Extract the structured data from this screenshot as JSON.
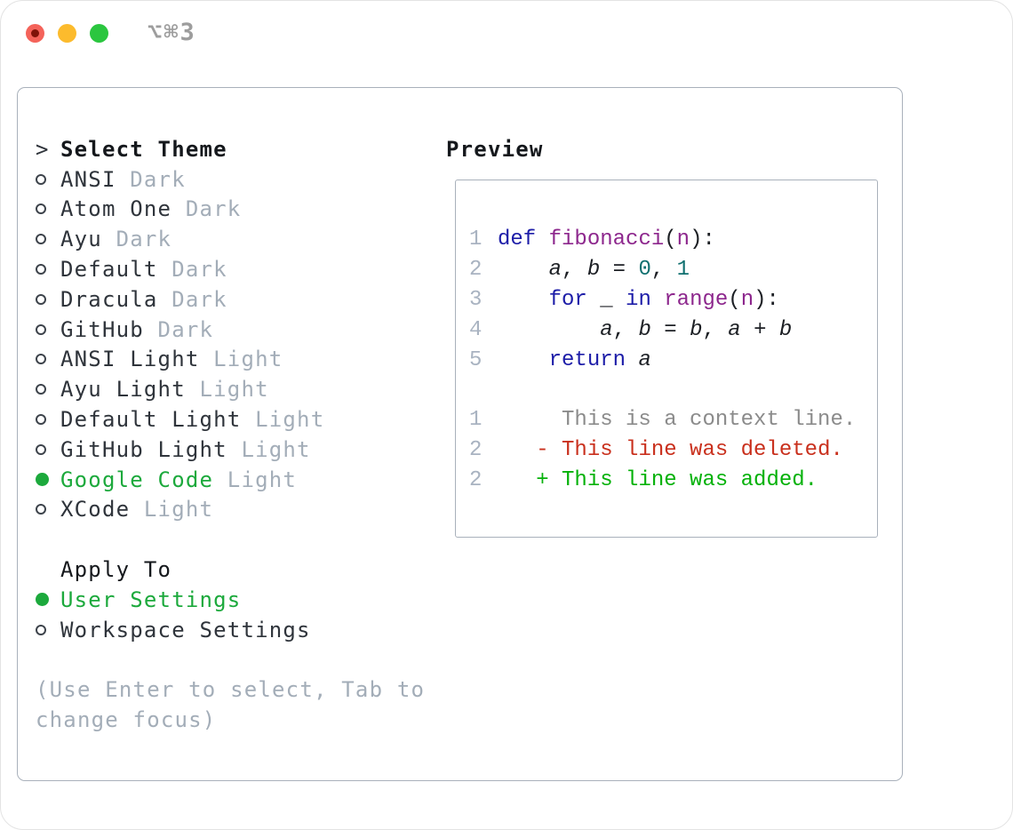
{
  "window": {
    "title": "⌥⌘3",
    "traffic_lights": [
      {
        "name": "close",
        "color": "#f4635a"
      },
      {
        "name": "minimize",
        "color": "#fcbb2d"
      },
      {
        "name": "zoom",
        "color": "#2bc63f"
      }
    ]
  },
  "theme_picker": {
    "prompt_marker": ">",
    "header": "Select Theme",
    "items": [
      {
        "name": "ANSI",
        "variant": "Dark",
        "selected": false
      },
      {
        "name": "Atom One",
        "variant": "Dark",
        "selected": false
      },
      {
        "name": "Ayu",
        "variant": "Dark",
        "selected": false
      },
      {
        "name": "Default",
        "variant": "Dark",
        "selected": false
      },
      {
        "name": "Dracula",
        "variant": "Dark",
        "selected": false
      },
      {
        "name": "GitHub",
        "variant": "Dark",
        "selected": false
      },
      {
        "name": "ANSI Light",
        "variant": "Light",
        "selected": false
      },
      {
        "name": "Ayu Light",
        "variant": "Light",
        "selected": false
      },
      {
        "name": "Default Light",
        "variant": "Light",
        "selected": false
      },
      {
        "name": "GitHub Light",
        "variant": "Light",
        "selected": false
      },
      {
        "name": "Google Code",
        "variant": "Light",
        "selected": true
      },
      {
        "name": "XCode",
        "variant": "Light",
        "selected": false
      }
    ]
  },
  "apply_to": {
    "header": "Apply To",
    "options": [
      {
        "label": "User Settings",
        "selected": true
      },
      {
        "label": "Workspace Settings",
        "selected": false
      }
    ]
  },
  "hint_lines": [
    "(Use Enter to select, Tab to",
    "change focus)"
  ],
  "preview": {
    "label": "Preview",
    "lines": [
      {
        "num": "1",
        "segments": [
          {
            "t": "def",
            "c": "kwd"
          },
          {
            "t": " ",
            "c": "pln"
          },
          {
            "t": "fibonacci",
            "c": "typ"
          },
          {
            "t": "(",
            "c": "pln"
          },
          {
            "t": "n",
            "c": "typ"
          },
          {
            "t": "):",
            "c": "pln"
          }
        ]
      },
      {
        "num": "2",
        "segments": [
          {
            "t": "    ",
            "c": "pln"
          },
          {
            "t": "a",
            "c": "var"
          },
          {
            "t": ", ",
            "c": "pln"
          },
          {
            "t": "b",
            "c": "var"
          },
          {
            "t": " = ",
            "c": "pln"
          },
          {
            "t": "0",
            "c": "lit"
          },
          {
            "t": ", ",
            "c": "pln"
          },
          {
            "t": "1",
            "c": "lit"
          }
        ]
      },
      {
        "num": "3",
        "segments": [
          {
            "t": "    ",
            "c": "pln"
          },
          {
            "t": "for",
            "c": "kwd"
          },
          {
            "t": " _ ",
            "c": "pln"
          },
          {
            "t": "in",
            "c": "kwd"
          },
          {
            "t": " ",
            "c": "pln"
          },
          {
            "t": "range",
            "c": "typ"
          },
          {
            "t": "(",
            "c": "pln"
          },
          {
            "t": "n",
            "c": "typ"
          },
          {
            "t": "):",
            "c": "pln"
          }
        ]
      },
      {
        "num": "4",
        "segments": [
          {
            "t": "        ",
            "c": "pln"
          },
          {
            "t": "a",
            "c": "var"
          },
          {
            "t": ", ",
            "c": "pln"
          },
          {
            "t": "b",
            "c": "var"
          },
          {
            "t": " = ",
            "c": "pln"
          },
          {
            "t": "b",
            "c": "var"
          },
          {
            "t": ", ",
            "c": "pln"
          },
          {
            "t": "a",
            "c": "var"
          },
          {
            "t": " + ",
            "c": "pln"
          },
          {
            "t": "b",
            "c": "var"
          }
        ]
      },
      {
        "num": "5",
        "segments": [
          {
            "t": "    ",
            "c": "pln"
          },
          {
            "t": "return",
            "c": "kwd"
          },
          {
            "t": " ",
            "c": "pln"
          },
          {
            "t": "a",
            "c": "var"
          }
        ]
      },
      {
        "num": "",
        "segments": []
      },
      {
        "num": "1",
        "segments": [
          {
            "t": "     This is a context line.",
            "c": "ctx"
          }
        ]
      },
      {
        "num": "2",
        "segments": [
          {
            "t": "   ",
            "c": "pln"
          },
          {
            "t": "- This line was deleted.",
            "c": "del"
          }
        ]
      },
      {
        "num": "2",
        "segments": [
          {
            "t": "   ",
            "c": "pln"
          },
          {
            "t": "+ This line was added.",
            "c": "add"
          }
        ]
      }
    ]
  },
  "colors": {
    "text": "#2f343b",
    "dim": "#a3adb8",
    "green": "#1ca93c",
    "border": "#a9b1bb",
    "title": "#9d9d9d",
    "ln": "#a9b3c1",
    "kwd": "#1d1da8",
    "typ": "#8d278d",
    "lit": "#0f6f6f",
    "ctx": "#8b8b8b",
    "del": "#c9301d",
    "add": "#04b109",
    "tl-red": "#f4635a",
    "tl-red-dot": "#7f1309",
    "tl-yellow": "#fcbb2d",
    "tl-green": "#2bc63f"
  }
}
